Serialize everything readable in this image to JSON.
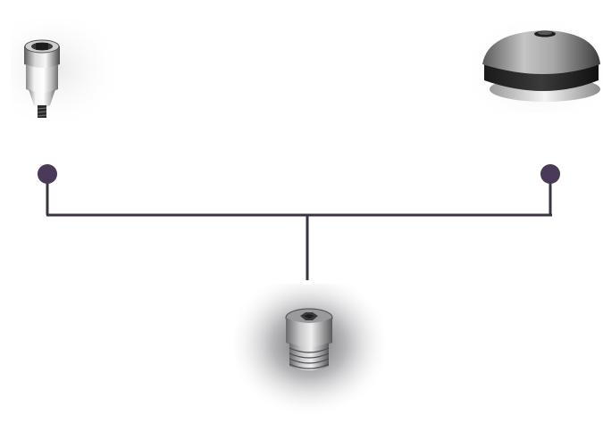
{
  "diagram": {
    "connector_color": "#3b3440",
    "node_color": "#4a3a5a",
    "nodes": [
      {
        "id": "node-left",
        "component": "implant-analog-connector"
      },
      {
        "id": "node-right",
        "component": "healing-cap-disc"
      },
      {
        "id": "node-bottom",
        "component": "threaded-abutment"
      }
    ]
  }
}
